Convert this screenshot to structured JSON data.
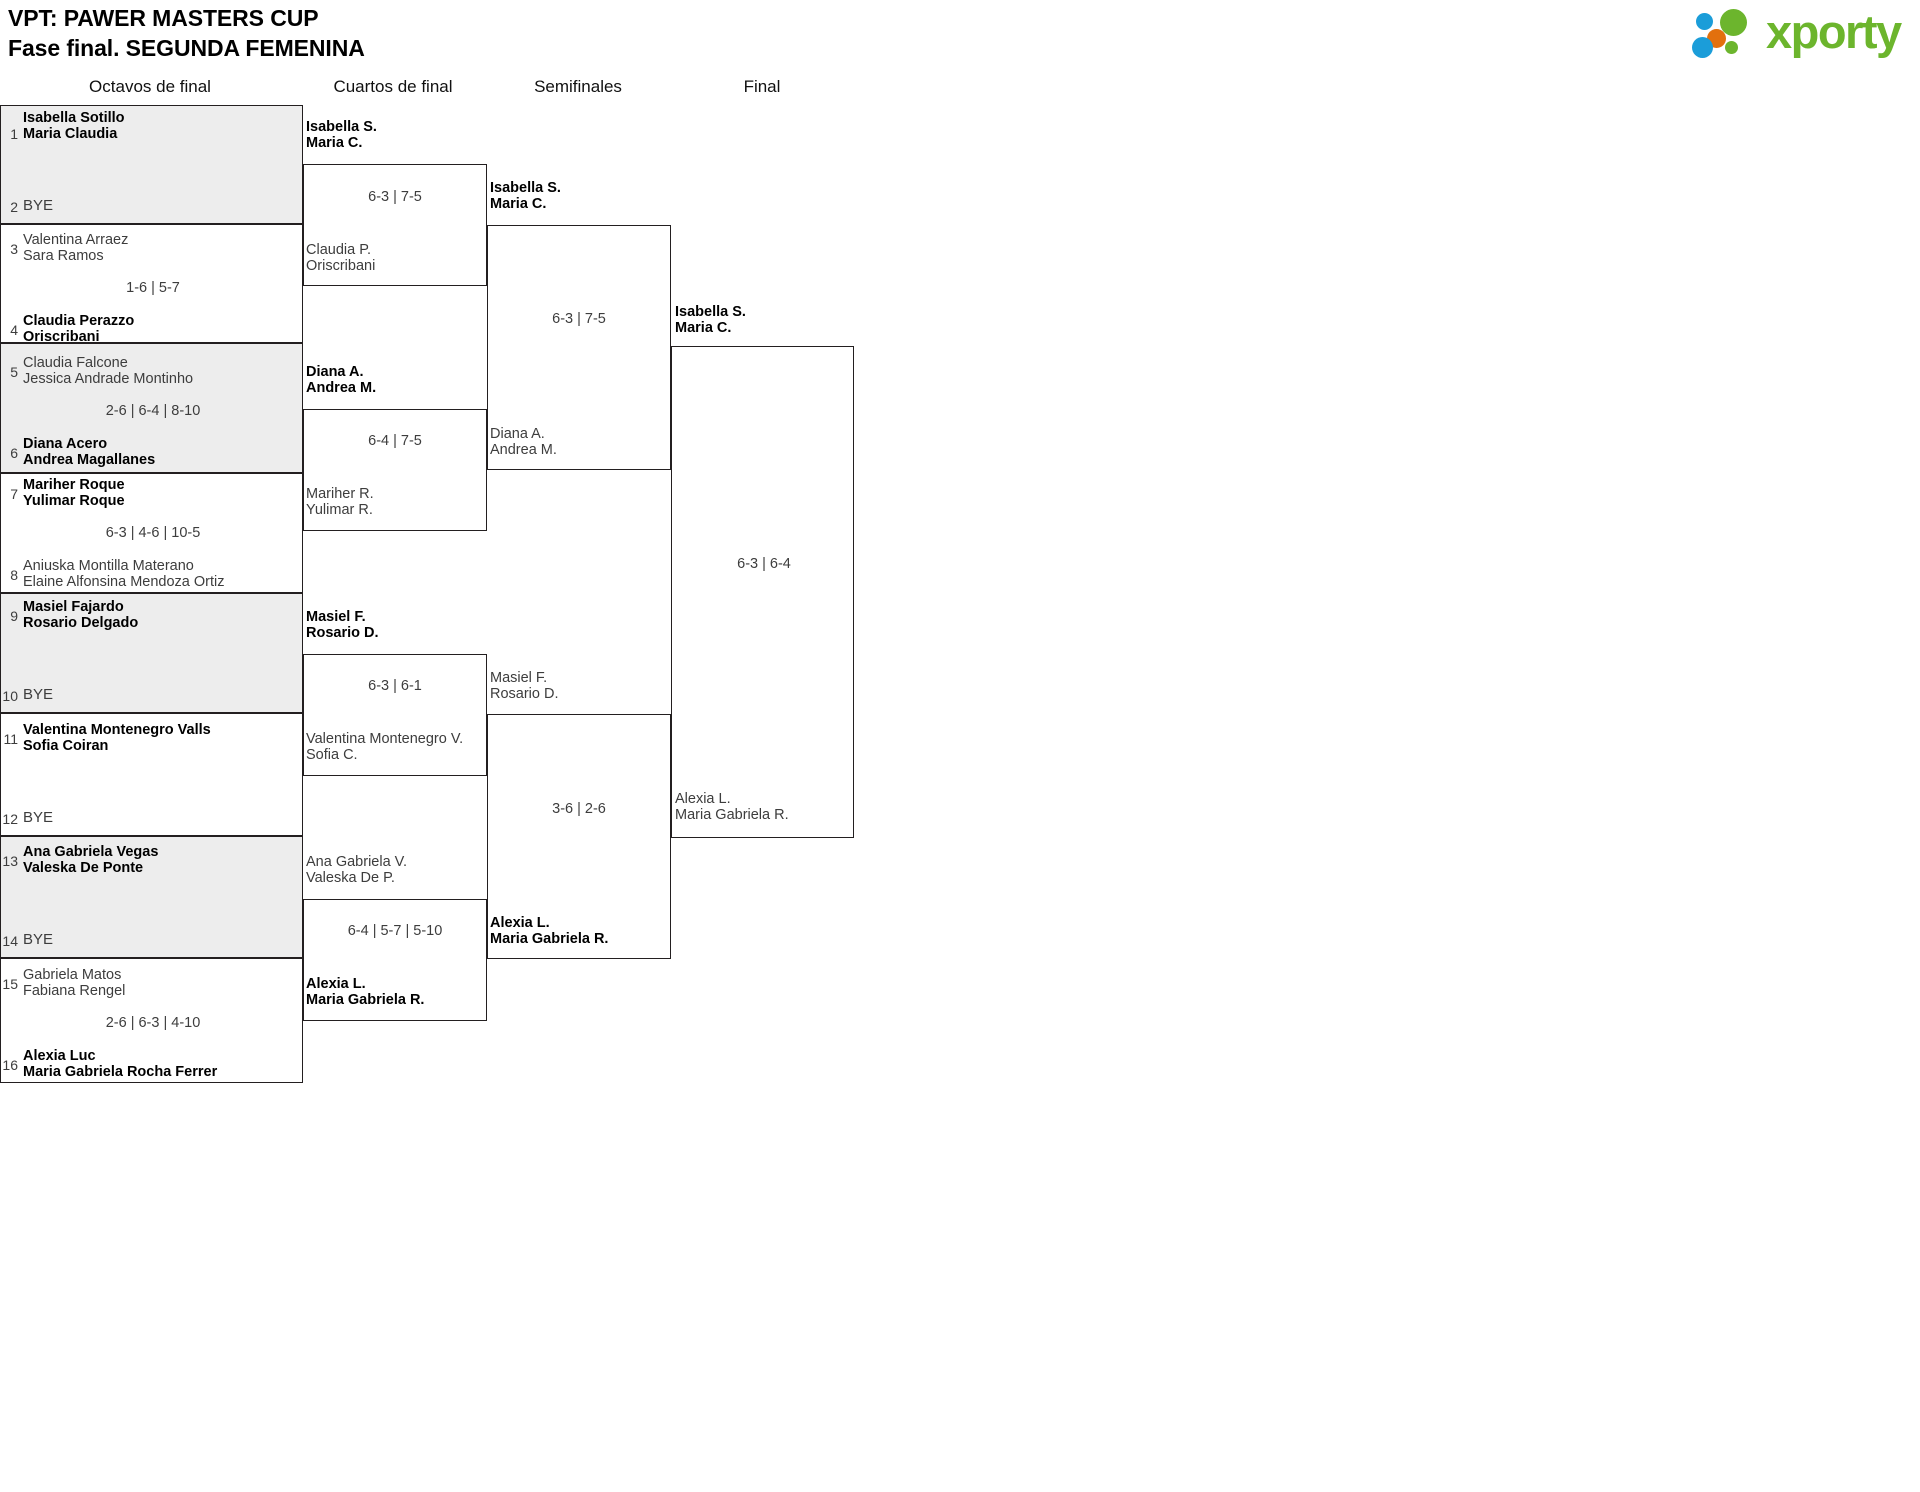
{
  "header": {
    "line1": "VPT: PAWER MASTERS CUP",
    "line2": "Fase final. SEGUNDA FEMENINA",
    "logo_word": "xporty",
    "logo_colors": {
      "green": "#6cb52d",
      "blue": "#1b9dd9",
      "orange": "#e2700d"
    }
  },
  "rounds": [
    {
      "label": "Octavos de final"
    },
    {
      "label": "Cuartos de final"
    },
    {
      "label": "Semifinales"
    },
    {
      "label": "Final"
    }
  ],
  "chart_data": {
    "type": "bracket",
    "title": "VPT: PAWER MASTERS CUP - Fase final. SEGUNDA FEMENINA",
    "rounds": [
      "Octavos de final",
      "Cuartos de final",
      "Semifinales",
      "Final"
    ],
    "draw_size": 16
  },
  "octavos": [
    {
      "shaded": true,
      "top": {
        "seed": "1",
        "p1": "Isabella Sotillo",
        "p2": "Maria Claudia",
        "winner": true
      },
      "bottom": {
        "seed": "2",
        "bye": "BYE",
        "winner": false
      },
      "score": ""
    },
    {
      "shaded": false,
      "top": {
        "seed": "3",
        "p1": "Valentina Arraez",
        "p2": "Sara Ramos",
        "winner": false
      },
      "bottom": {
        "seed": "4",
        "p1": "Claudia Perazzo",
        "p2": "Oriscribani",
        "winner": true
      },
      "score": "1-6 | 5-7"
    },
    {
      "shaded": true,
      "top": {
        "seed": "5",
        "p1": "Claudia Falcone",
        "p2": "Jessica Andrade Montinho",
        "winner": false
      },
      "bottom": {
        "seed": "6",
        "p1": "Diana Acero",
        "p2": "Andrea Magallanes",
        "winner": true
      },
      "score": "2-6 | 6-4 | 8-10"
    },
    {
      "shaded": false,
      "top": {
        "seed": "7",
        "p1": "Mariher Roque",
        "p2": "Yulimar Roque",
        "winner": true
      },
      "bottom": {
        "seed": "8",
        "p1": "Aniuska Montilla Materano",
        "p2": "Elaine Alfonsina Mendoza Ortiz",
        "winner": false
      },
      "score": "6-3 | 4-6 | 10-5"
    },
    {
      "shaded": true,
      "top": {
        "seed": "9",
        "p1": "Masiel Fajardo",
        "p2": "Rosario Delgado",
        "winner": true
      },
      "bottom": {
        "seed": "10",
        "bye": "BYE",
        "winner": false
      },
      "score": ""
    },
    {
      "shaded": false,
      "top": {
        "seed": "11",
        "p1": "Valentina Montenegro Valls",
        "p2": "Sofia Coiran",
        "winner": true
      },
      "bottom": {
        "seed": "12",
        "bye": "BYE",
        "winner": false
      },
      "score": ""
    },
    {
      "shaded": true,
      "top": {
        "seed": "13",
        "p1": "Ana Gabriela Vegas",
        "p2": "Valeska De Ponte",
        "winner": true
      },
      "bottom": {
        "seed": "14",
        "bye": "BYE",
        "winner": false
      },
      "score": ""
    },
    {
      "shaded": false,
      "top": {
        "seed": "15",
        "p1": "Gabriela Matos",
        "p2": "Fabiana Rengel",
        "winner": false
      },
      "bottom": {
        "seed": "16",
        "p1": "Alexia Luc",
        "p2": "Maria Gabriela Rocha Ferrer",
        "winner": true
      },
      "score": "2-6 | 6-3 | 4-10"
    }
  ],
  "cuartos": [
    {
      "top": {
        "p1": "Isabella S.",
        "p2": "Maria C.",
        "winner": true
      },
      "bottom": {
        "p1": "Claudia P.",
        "p2": "Oriscribani",
        "winner": false
      },
      "score": "6-3 | 7-5"
    },
    {
      "top": {
        "p1": "Diana A.",
        "p2": "Andrea M.",
        "winner": true
      },
      "bottom": {
        "p1": "Mariher R.",
        "p2": "Yulimar R.",
        "winner": false
      },
      "score": "6-4 | 7-5"
    },
    {
      "top": {
        "p1": "Masiel F.",
        "p2": "Rosario D.",
        "winner": true
      },
      "bottom": {
        "p1": "Valentina Montenegro V.",
        "p2": "Sofia C.",
        "winner": false
      },
      "score": "6-3 | 6-1"
    },
    {
      "top": {
        "p1": "Ana Gabriela V.",
        "p2": "Valeska De P.",
        "winner": false
      },
      "bottom": {
        "p1": "Alexia L.",
        "p2": "Maria Gabriela R.",
        "winner": true
      },
      "score": "6-4 | 5-7 | 5-10"
    }
  ],
  "semifinales": [
    {
      "top": {
        "p1": "Isabella S.",
        "p2": "Maria C.",
        "winner": true
      },
      "bottom": {
        "p1": "Diana A.",
        "p2": "Andrea M.",
        "winner": false
      },
      "score": "6-3 | 7-5"
    },
    {
      "top": {
        "p1": "Masiel F.",
        "p2": "Rosario D.",
        "winner": false
      },
      "bottom": {
        "p1": "Alexia L.",
        "p2": "Maria Gabriela R.",
        "winner": true
      },
      "score": "3-6 | 2-6"
    }
  ],
  "final": [
    {
      "top": {
        "p1": "Isabella S.",
        "p2": "Maria C.",
        "winner": true
      },
      "bottom": {
        "p1": "Alexia L.",
        "p2": "Maria Gabriela R.",
        "winner": false
      },
      "score": "6-3 | 6-4"
    }
  ]
}
